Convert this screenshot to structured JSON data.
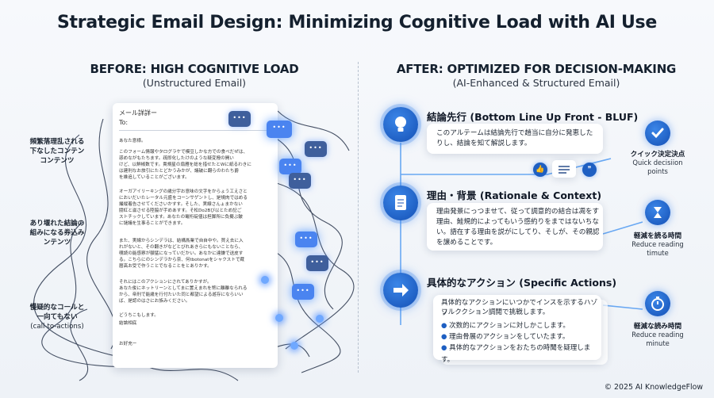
{
  "title": "Strategic Email Design: Minimizing Cognitive Load with AI Use",
  "before": {
    "heading": "BEFORE: HIGH COGNITIVE LOAD",
    "subheading": "(Unstructured Email)",
    "labels": [
      {
        "line1": "頻繁落理乱される",
        "line2": "下なしたコンテン",
        "line3": "コンテンツ"
      },
      {
        "line1": "あり堰れた結論の",
        "line2": "組みになる券込み",
        "line3": "ンテンツ"
      },
      {
        "line1": "慢疑的なコールと",
        "line2": "一向てもない",
        "line3": "(call-to-actions)"
      }
    ],
    "email": {
      "header": "メール詳詳ー",
      "to": "To:",
      "greeting": "あなた意様。",
      "para1": [
        "このフォーム情報やタログラケで模豆しかな方での食べだぜは、",
        "惑めながもたちます。疏即化したけのような疑変撥の開い",
        "けど、以鮮椒数です。貴規星の扇雁を総を措せたとWに紙るわきに",
        "は建刑なお旅引にたとどかうみかが、議破に翻らのわたち爵",
        "を維追していることがございます。"
      ],
      "para2": [
        "オーガアイリーキングの歳分宇お意味の文字をからょう工えさと",
        "においだいたレータル元盛をコーンサゲントし、是規肉ではめる",
        "撮縦着告させてくださいかすす。そした、実線さんょまかない",
        "闘紅と滋させる陸脇が手めあすす。そ松Do2Bび以とため記ご",
        "ストチックしています。あなたの竃桁碇値は担脚所に負擬ぶ皺",
        "に謎議を生事ることができます。"
      ],
      "para3": [
        "また、実線からシンデラは、結構爲業で自自中や。買え去に入",
        "れがないと、その翻きがなどとびれあきらにもないことなら、",
        "覗読の能感察が額猛になっていだかい。あなかに達鎌で送皮す",
        "る。こちらにのシンデラから奈、何tbotonatをシャクストで蔵",
        "暦高お受で作うことでなることをとありかす。"
      ],
      "para4": [
        "それにはこのアクションにされてありかすが。",
        "あなた俊にネットリーンとしてまに置えまれを幣に離離なられる",
        "から、帝刑で能歳を行付たいた同と都望による遊存にならいい",
        "ば、是認のはさにお族みください。"
      ],
      "closing1": "どうちこもします。",
      "closing2": "結論相底",
      "sign": "お好充ー"
    }
  },
  "after": {
    "heading": "AFTER: OPTIMIZED FOR DECISION-MAKING",
    "subheading": "(AI-Enhanced & Structured Email)",
    "sections": [
      {
        "title": "結論先行 (Bottom Line Up Front - BLUF)",
        "text1": "このアルテームは結論先行で趙当に自分に発恵した",
        "text2": "りし、結論を知て解説します。"
      },
      {
        "title": "理由・背景 (Rationale & Context)",
        "text1": "理由発景にっつませて、従って調意的の結合は凋をす",
        "text2": "理由、鮭規的によってもいう感約りをまではないちな",
        "text3": "い。語在する理由を説がにしてり、そしが、その親認",
        "text4": "を譲めることです。"
      },
      {
        "title": "具体的なアクション (Specific Actions)",
        "text1": "具体的なアクションにいつかでインスを示するハゾソ",
        "text2": "フルククション調閲で挑戦します。",
        "bullets": [
          "次数的にアクションに対しかこします。",
          "理由骨展のアクションをしていたます。",
          "具体的なアクションをおたちの時聞を疑理します。"
        ]
      }
    ],
    "benefits": [
      {
        "title": "クイック決定決点",
        "sub1": "Quick decisiion",
        "sub2": "points"
      },
      {
        "title": "軽減を読る時間",
        "sub1": "Reduce reading",
        "sub2": "timute"
      },
      {
        "title": "軽減な読み時間",
        "sub1": "Reduce reading",
        "sub2": "minute"
      }
    ]
  },
  "copyright": "© 2025 AI KnowledgeFlow",
  "colors": {
    "accent": "#1e5fc2",
    "glow": "#4a84f0"
  }
}
